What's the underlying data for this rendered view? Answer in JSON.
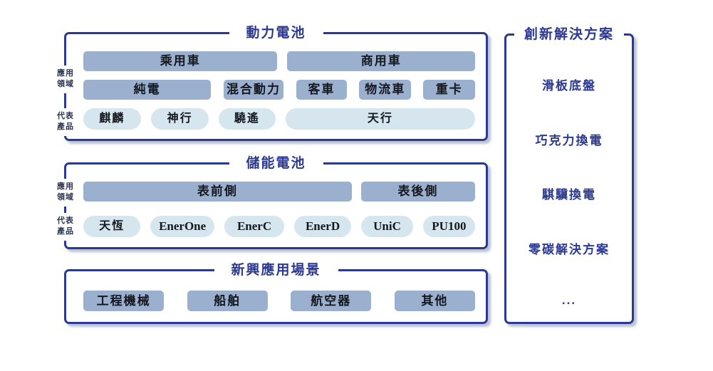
{
  "colors": {
    "outline_navy": "#2b3990",
    "bar_fill": "#9bb0cf",
    "pill_fill": "#d6e6ef",
    "cell_text": "#15181e",
    "side_label_text": "#2c3350",
    "background": "#ffffff"
  },
  "side_labels": {
    "application": {
      "line1": "應用",
      "line2": "領域"
    },
    "products": {
      "line1": "代表",
      "line2": "產品"
    }
  },
  "power": {
    "title": "動力電池",
    "row1": [
      "乘用車",
      "商用車"
    ],
    "row2": [
      "純電",
      "混合動力",
      "客車",
      "物流車",
      "重卡"
    ],
    "row3": [
      "麒麟",
      "神行",
      "驍遙",
      "天行"
    ]
  },
  "storage": {
    "title": "儲能電池",
    "row1": [
      "表前側",
      "表後側"
    ],
    "row2": [
      "天恆",
      "EnerOne",
      "EnerC",
      "EnerD",
      "UniC",
      "PU100"
    ]
  },
  "emerging": {
    "title": "新興應用場景",
    "row1": [
      "工程機械",
      "船舶",
      "航空器",
      "其他"
    ]
  },
  "innovation": {
    "title": "創新解決方案",
    "items": [
      "滑板底盤",
      "巧克力換電",
      "騏驥換電",
      "零碳解決方案",
      "..."
    ]
  }
}
